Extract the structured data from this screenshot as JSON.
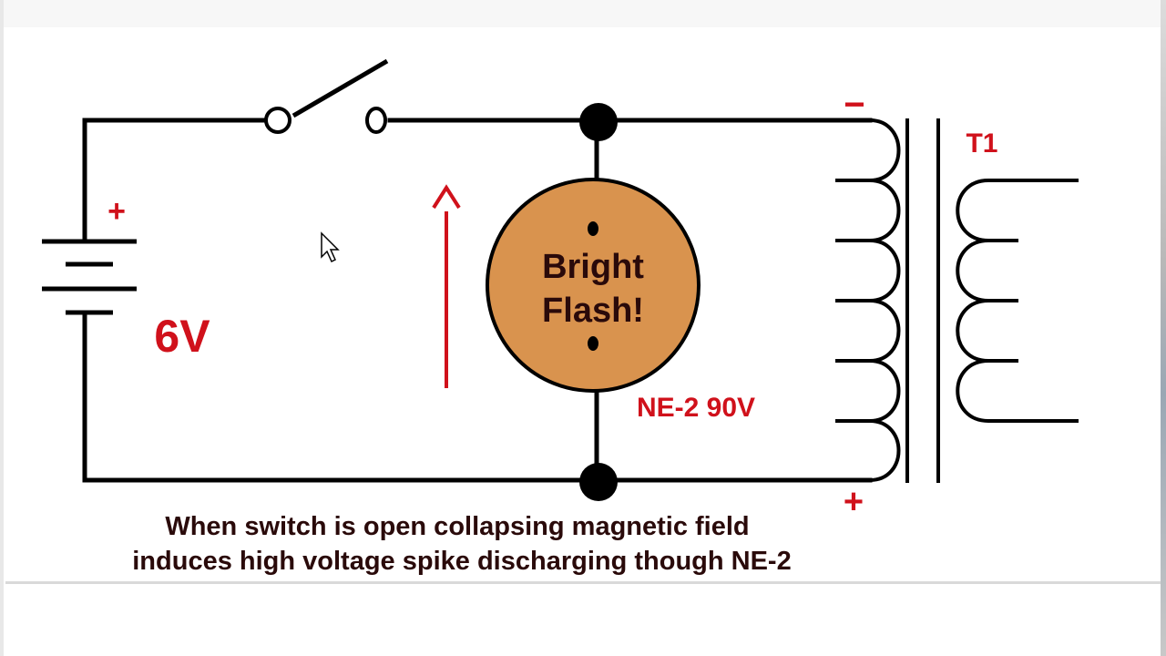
{
  "diagram": {
    "battery_label": "6V",
    "battery_plus": "+",
    "lamp_label_line1": "Bright",
    "lamp_label_line2": "Flash!",
    "lamp_name": "NE-2 90V",
    "transformer_name": "T1",
    "coil_top_polarity": "−",
    "coil_bottom_polarity": "+",
    "current_arrow": "^"
  },
  "caption": {
    "line1": "When switch is open collapsing magnetic field",
    "line2": "induces high voltage spike discharging though NE-2"
  },
  "colors": {
    "wire": "#000000",
    "label_red": "#d0111b",
    "lamp_fill": "#d9934e",
    "caption_text": "#2a0a0a"
  }
}
